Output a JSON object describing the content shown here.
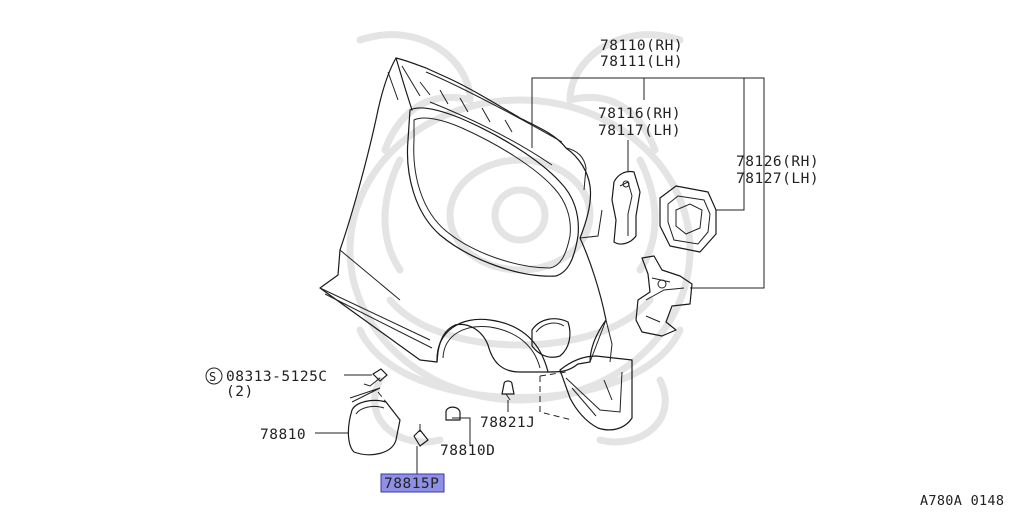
{
  "diagram": {
    "reference_code": "A780A 0148",
    "labels": {
      "p78110": "78110(RH)",
      "p78111": "78111(LH)",
      "p78116": "78116(RH)",
      "p78117": "78117(LH)",
      "p78126": "78126(RH)",
      "p78127": "78127(LH)",
      "screw_symbol": "S",
      "screw": "08313-5125C",
      "screw_qty": "(2)",
      "p78810": "78810",
      "p78810d": "78810D",
      "p78821j": "78821J",
      "p78815p": "78815P"
    },
    "highlight": {
      "part": "78815P",
      "fill": "#8f8fe6",
      "border": "#3a3aa8"
    },
    "colors": {
      "line": "#1a1a1a",
      "watermark": "#e4e4e4"
    }
  }
}
